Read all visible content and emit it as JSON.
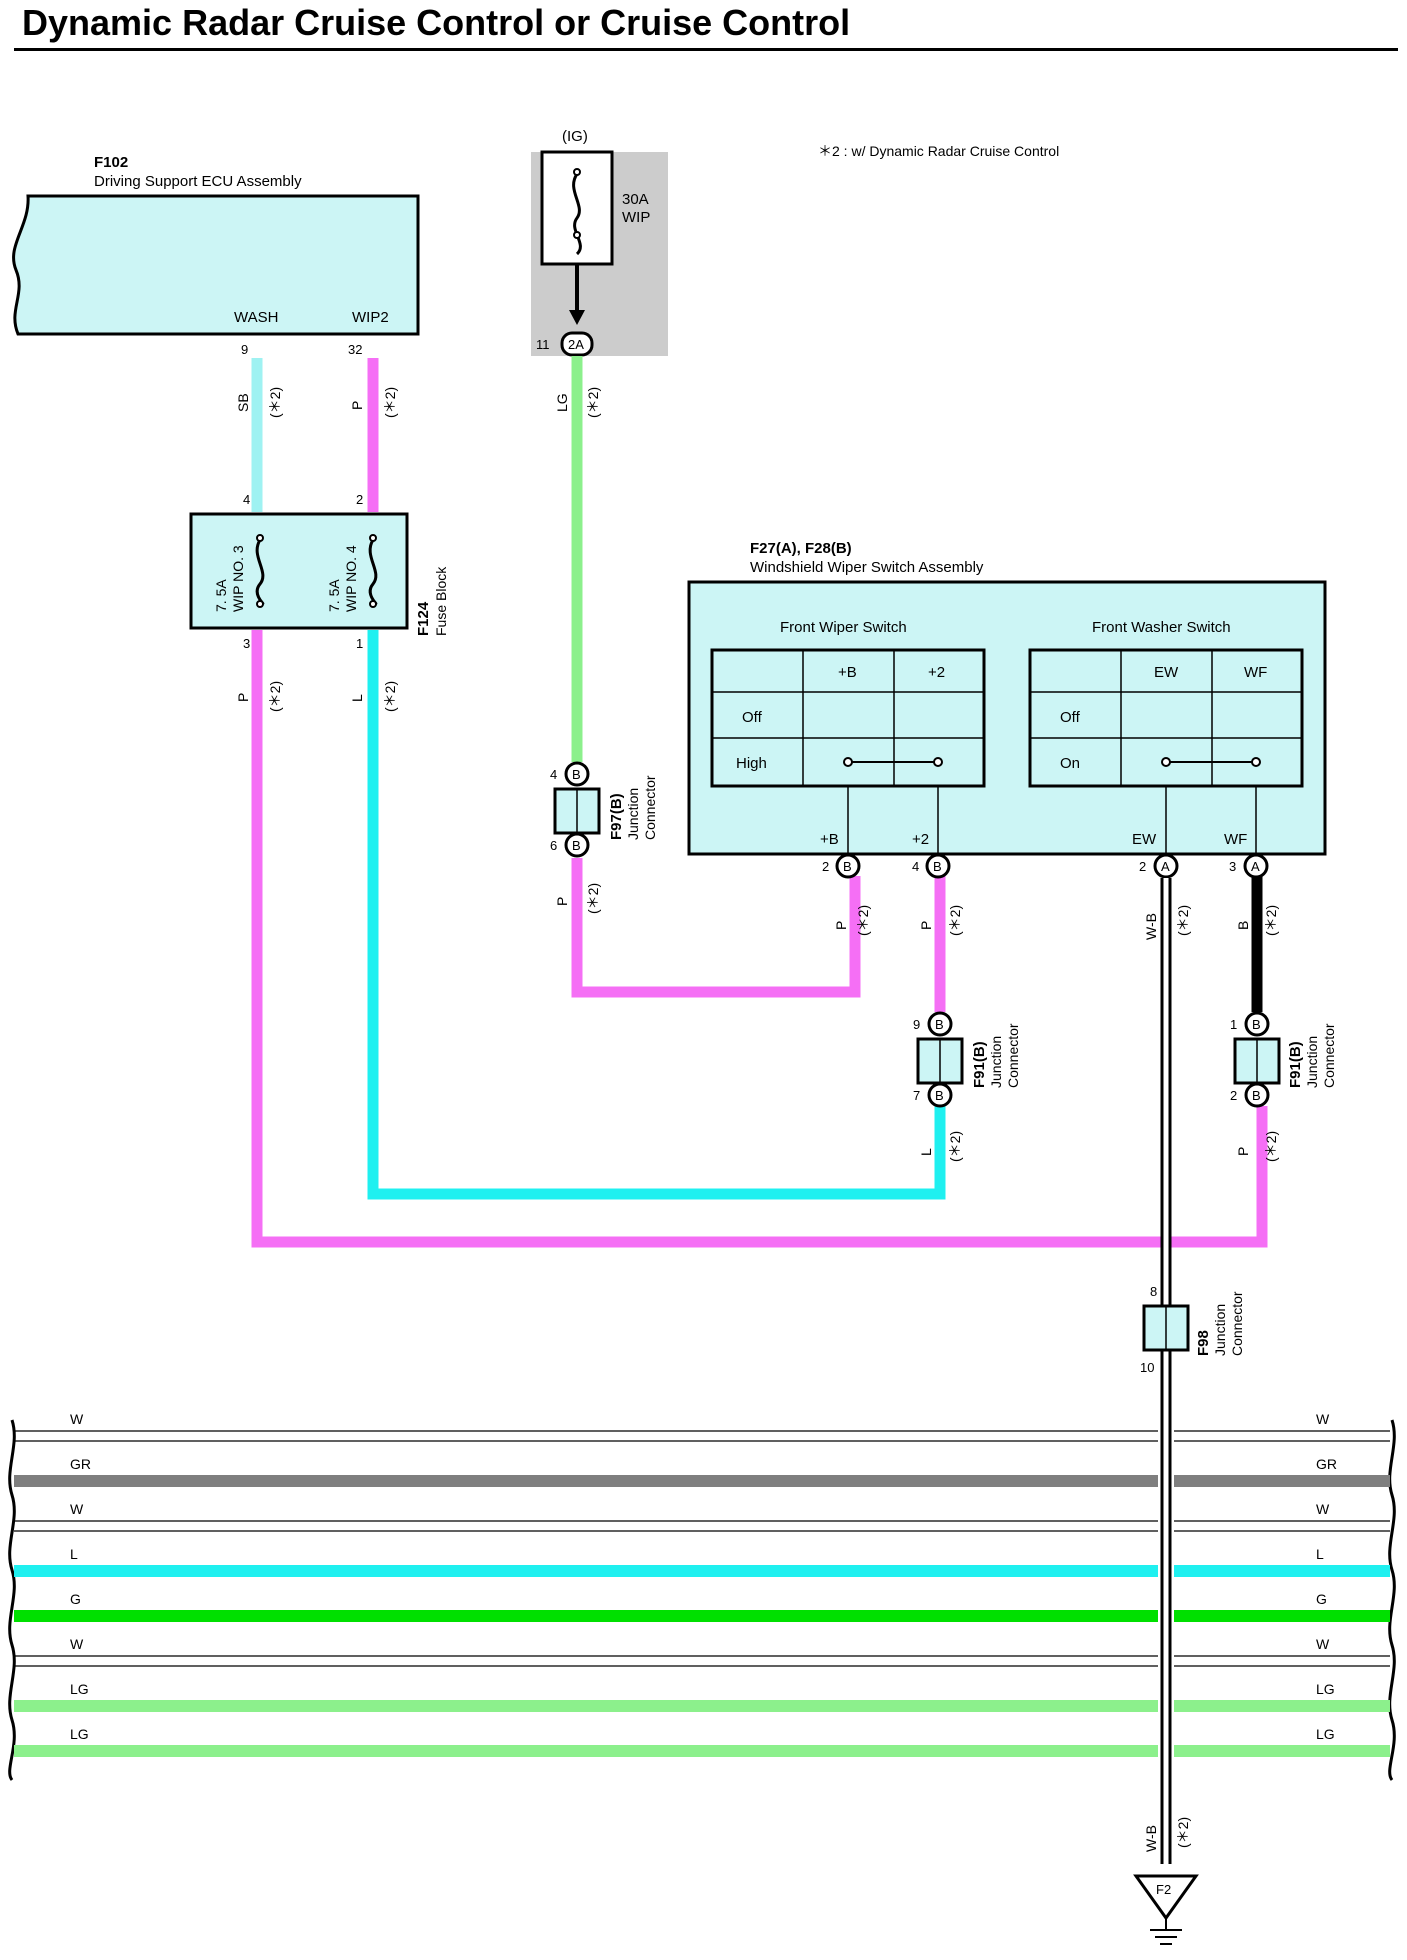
{
  "title": "Dynamic Radar Cruise Control or Cruise Control",
  "note": "＊2 : w/ Dynamic Radar Cruise Control",
  "colors": {
    "box_fill": "#ccf5f5",
    "fuse_bg": "#cccccc",
    "SB": "#9ff2f2",
    "P": "#f56ff5",
    "LG": "#8cf08c",
    "L": "#1ff0f0",
    "G": "#00e000",
    "GR": "#7f7f7f",
    "B": "#000000",
    "W": "#ffffff"
  },
  "ecu": {
    "code": "F102",
    "name": "Driving Support ECU Assembly",
    "term_wash": "WASH",
    "term_wip2": "WIP2",
    "pin_wash": "9",
    "pin_wip2": "32"
  },
  "ig_fuse": {
    "source": "(IG)",
    "rating": "30A",
    "name": "WIP",
    "pin": "11",
    "conn": "2A"
  },
  "fuse_block": {
    "code": "F124",
    "name": "Fuse Block",
    "fuse3_rating": "7. 5A",
    "fuse3_name": "WIP NO. 3",
    "fuse4_rating": "7. 5A",
    "fuse4_name": "WIP NO. 4",
    "pin_in3": "4",
    "pin_in4": "2",
    "pin_out3": "3",
    "pin_out4": "1"
  },
  "switch_assy": {
    "code": "F27(A), F28(B)",
    "name": "Windshield Wiper Switch Assembly",
    "wiper_title": "Front Wiper Switch",
    "washer_title": "Front Washer Switch",
    "wiper_cols": [
      "+B",
      "+2"
    ],
    "wiper_rows": [
      "Off",
      "High"
    ],
    "washer_cols": [
      "EW",
      "WF"
    ],
    "washer_rows": [
      "Off",
      "On"
    ],
    "terms": [
      "+B",
      "+2",
      "EW",
      "WF"
    ],
    "pins": [
      "2",
      "4",
      "2",
      "3"
    ],
    "conns": [
      "B",
      "B",
      "A",
      "A"
    ]
  },
  "jc_f97": {
    "code": "F97(B)",
    "name1": "Junction",
    "name2": "Connector",
    "pin_top": "4",
    "pin_bot": "6",
    "conn": "B"
  },
  "jc_f91a": {
    "code": "F91(B)",
    "name1": "Junction",
    "name2": "Connector",
    "pin_top": "9",
    "pin_bot": "7",
    "conn": "B"
  },
  "jc_f91b": {
    "code": "F91(B)",
    "name1": "Junction",
    "name2": "Connector",
    "pin_top": "1",
    "pin_bot": "2",
    "conn": "B"
  },
  "jc_f98": {
    "code": "F98",
    "name1": "Junction",
    "name2": "Connector",
    "pin_top": "8",
    "pin_bot": "10"
  },
  "wire_labels": {
    "sb": "SB",
    "p": "P",
    "lg": "LG",
    "l": "L",
    "b": "B",
    "wb": "W-B",
    "star2": "(＊2)"
  },
  "bus_wires": [
    "W",
    "GR",
    "W",
    "L",
    "G",
    "W",
    "LG",
    "LG"
  ],
  "ground": "F2"
}
